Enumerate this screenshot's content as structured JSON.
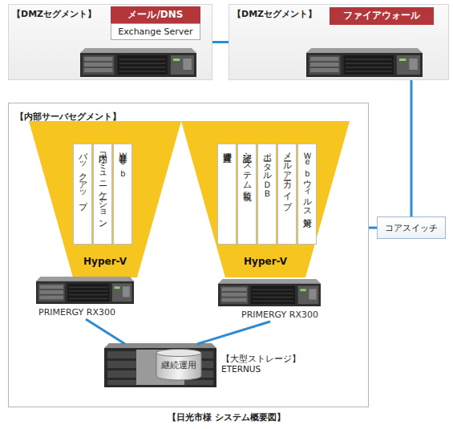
{
  "diagram": {
    "caption": "【日光市様 システム概要図】",
    "nodes": [
      {
        "text": [
          "【DMZセグメント】"
        ]
      },
      {
        "text": [
          "メール/DNS"
        ],
        "in": 0
      },
      {
        "text": [
          "Exchange Server"
        ],
        "in": 0
      },
      {
        "text": [
          "【DMZセグメント】"
        ]
      },
      {
        "text": [
          "ファイアウォール"
        ],
        "in": 3
      },
      {
        "text": [
          "【内部サーバセグメント】"
        ]
      },
      {
        "text": [
          "Hyper-V"
        ],
        "in": 5
      },
      {
        "text": [
          "バックアップ"
        ],
        "in": 6
      },
      {
        "text": [
          "庁内コミュニケーション"
        ],
        "in": 6
      },
      {
        "text": [
          "基幹Ｗｅｂ"
        ],
        "in": 6
      },
      {
        "text": [
          "PRIMERGY RX300"
        ],
        "in": 5
      },
      {
        "text": [
          "Hyper-V"
        ],
        "in": 5
      },
      {
        "text": [
          "資産管理"
        ],
        "in": 11
      },
      {
        "text": [
          "認証システム監視"
        ],
        "in": 11
      },
      {
        "text": [
          "ポータルＤＢ"
        ],
        "in": 11
      },
      {
        "text": [
          "メールアーカイブ"
        ],
        "in": 11
      },
      {
        "text": [
          "Ｗｅｂウィルス対策"
        ],
        "in": 11
      },
      {
        "text": [
          "PRIMERGY RX300"
        ],
        "in": 5
      },
      {
        "text": [
          "【大型ストレージ】 ETERNUS"
        ],
        "in": 5
      },
      {
        "text": [
          "継続運用"
        ],
        "in": 18
      },
      {
        "text": [
          "コアスイッチ"
        ]
      }
    ],
    "edges": [
      {
        "from": 0,
        "to": 3,
        "arrow": "none"
      },
      {
        "from": 3,
        "to": 20,
        "arrow": "none"
      },
      {
        "from": 20,
        "to": 5,
        "arrow": "none"
      },
      {
        "from": 10,
        "to": 18,
        "arrow": "none"
      },
      {
        "from": 17,
        "to": 18,
        "arrow": "none"
      }
    ]
  }
}
